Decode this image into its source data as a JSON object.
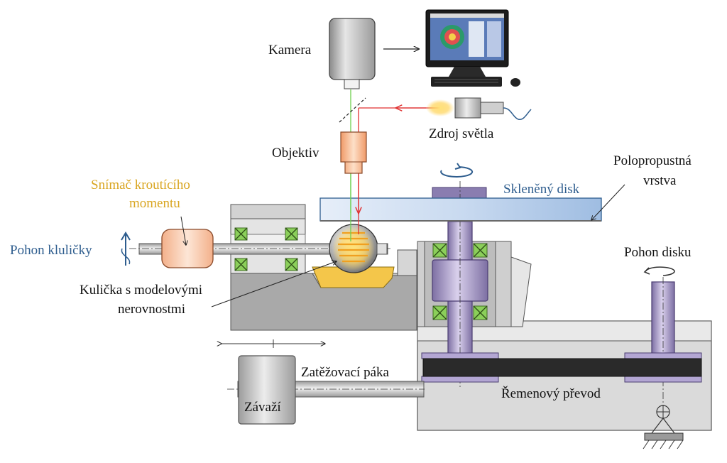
{
  "labels": {
    "camera": "Kamera",
    "light_source": "Zdroj světla",
    "objective": "Objektiv",
    "torque_sensor_line1": "Snímač kroutícího",
    "torque_sensor_line2": "momentu",
    "ball_drive": "Pohon kluličky",
    "glass_disk": "Skleněný disk",
    "semi_layer_line1": "Polopropustná",
    "semi_layer_line2": "vrstva",
    "disk_drive": "Pohon disku",
    "ball_line1": "Kulička s modelovými",
    "ball_line2": "nerovnostmi",
    "lever": "Zatěžovací páka",
    "weight": "Závaží",
    "belt": "Řemenový převod"
  },
  "colors": {
    "label_dark": "#111111",
    "label_blue": "#2e5d8e",
    "label_orange": "#d9a520",
    "light_ray": "#e03030",
    "reflected_ray": "#6fcf4f",
    "disk_fill": "#c7d8ee",
    "shaft_fill": "#a99cc4",
    "bearing_fill": "#8bcf5a",
    "frame_fill": "#d4d4d4",
    "lubricant": "#f4c64a",
    "objective_fill": "#f6b48a"
  },
  "icons": [
    "computer-monitor-icon",
    "keyboard-icon",
    "mouse-icon",
    "rotation-arrow-icon",
    "ground-support-icon"
  ]
}
